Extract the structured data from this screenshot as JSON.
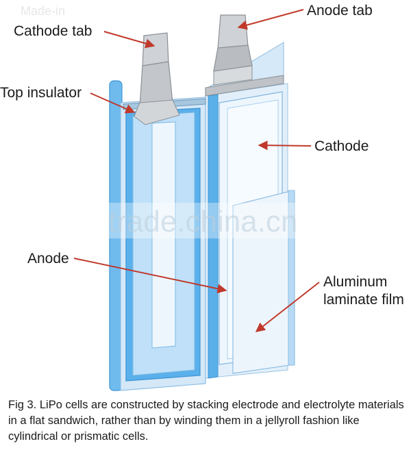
{
  "labels": {
    "anode_tab": "Anode tab",
    "cathode_tab": "Cathode tab",
    "top_insulator": "Top insulator",
    "cathode": "Cathode",
    "anode": "Anode",
    "aluminum_line1": "Aluminum",
    "aluminum_line2": "laminate film"
  },
  "watermark": "trade.china.cn",
  "top_watermark": "Made-in",
  "caption": "Fig 3. LiPo cells are constructed by stacking electrode and electrolyte materials in a flat sandwich, rather than by winding them in a jellyroll fashion like cylindrical or prismatic cells.",
  "colors": {
    "arrow": "#c0392b",
    "film_blue": "#cfe4f7",
    "stripe_blue": "#58aee8",
    "tab_gray": "#c9ccd0",
    "caption_bg": "#ffffff"
  }
}
